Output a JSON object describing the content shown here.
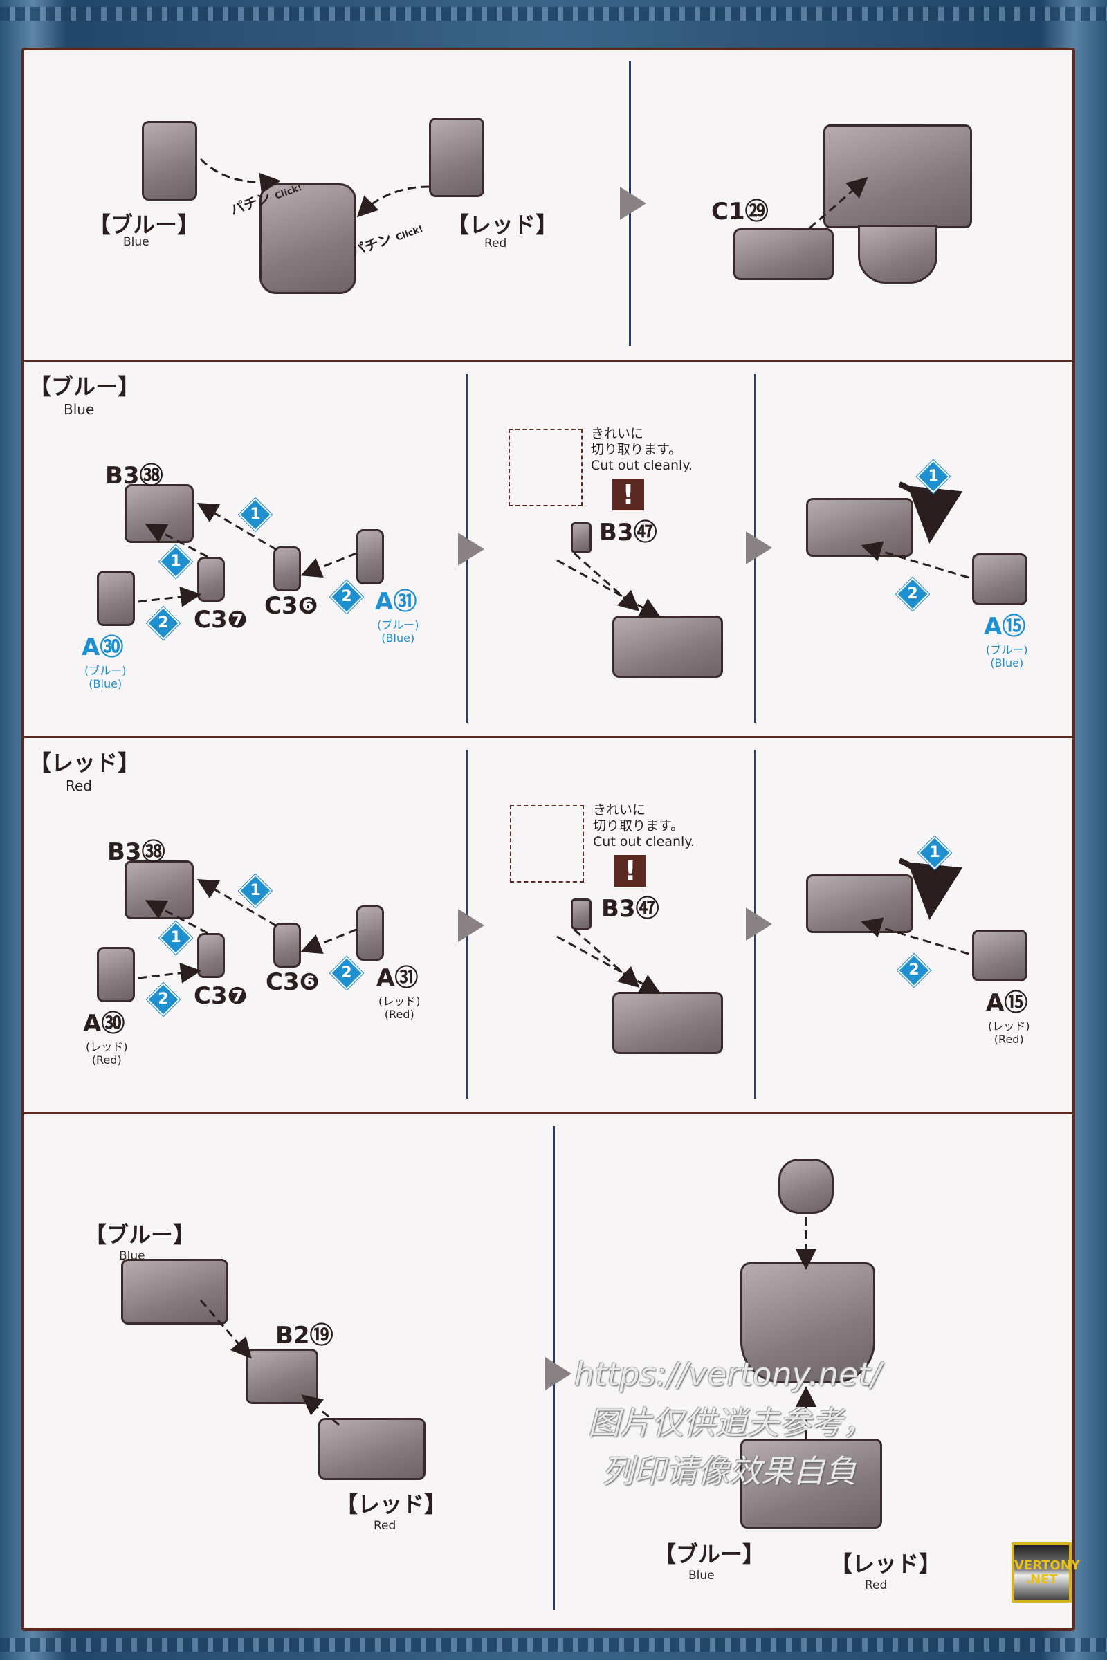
{
  "step1": {
    "blue_jp": "【ブルー】",
    "blue_en": "Blue",
    "red_jp": "【レッド】",
    "red_en": "Red",
    "click1": "パチン",
    "click1_en": "Click!",
    "click2": "パチン",
    "click2_en": "Click!",
    "part": "C1",
    "part_no": "㉙"
  },
  "blue_section": {
    "title_jp": "【ブルー】",
    "title_en": "Blue",
    "b3": "B3",
    "b3_no": "㊳",
    "c3a": "C3",
    "c3a_no": "❼",
    "c3b": "C3",
    "c3b_no": "❻",
    "a31": "A",
    "a31_no": "㉛",
    "a31_sub_jp": "(ブルー)",
    "a31_sub_en": "(Blue)",
    "a30": "A",
    "a30_no": "㉚",
    "a30_sub_jp": "(ブルー)",
    "a30_sub_en": "(Blue)",
    "note_jp1": "きれいに",
    "note_jp2": "切り取ります。",
    "note_en": "Cut out cleanly.",
    "warn": "!",
    "b3b": "B3",
    "b3b_no": "㊼",
    "a15": "A",
    "a15_no": "⑮",
    "a15_sub_jp": "(ブルー)",
    "a15_sub_en": "(Blue)",
    "step_1": "1",
    "step_2": "2"
  },
  "red_section": {
    "title_jp": "【レッド】",
    "title_en": "Red",
    "b3": "B3",
    "b3_no": "㊳",
    "c3a": "C3",
    "c3a_no": "❼",
    "c3b": "C3",
    "c3b_no": "❻",
    "a31": "A",
    "a31_no": "㉛",
    "a31_sub_jp": "(レッド)",
    "a31_sub_en": "(Red)",
    "a30": "A",
    "a30_no": "㉚",
    "a30_sub_jp": "(レッド)",
    "a30_sub_en": "(Red)",
    "note_jp1": "きれいに",
    "note_jp2": "切り取ります。",
    "note_en": "Cut out cleanly.",
    "warn": "!",
    "b3b": "B3",
    "b3b_no": "㊼",
    "a15": "A",
    "a15_no": "⑮",
    "a15_sub_jp": "(レッド)",
    "a15_sub_en": "(Red)",
    "step_1": "1",
    "step_2": "2"
  },
  "final": {
    "blue_jp": "【ブルー】",
    "blue_en": "Blue",
    "red_jp": "【レッド】",
    "red_en": "Red",
    "b2": "B2",
    "b2_no": "⑲",
    "blue2_jp": "【ブルー】",
    "blue2_en": "Blue",
    "red2_jp": "【レッド】",
    "red2_en": "Red"
  },
  "watermark": {
    "url": "https://vertony.net/",
    "line2": "图片仅供逍夫参考，",
    "line3": "列印请像效果自負",
    "logo1": "VERTONY",
    ".logo2": ".NET",
    "logo2": ".NET"
  }
}
